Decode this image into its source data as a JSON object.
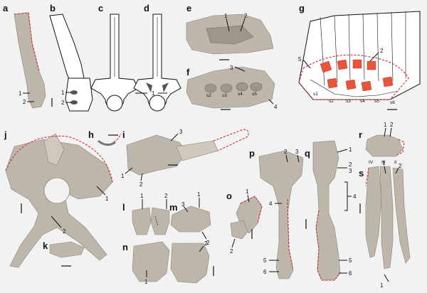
{
  "panels": [
    {
      "id": "a",
      "label": "a",
      "callouts": [
        "1",
        "2"
      ]
    },
    {
      "id": "b",
      "label": "b",
      "callouts": [
        "1",
        "2"
      ]
    },
    {
      "id": "c",
      "label": "c",
      "callouts": []
    },
    {
      "id": "d",
      "label": "d",
      "callouts": [
        "1"
      ]
    },
    {
      "id": "e",
      "label": "e",
      "callouts": [
        "1",
        "2"
      ]
    },
    {
      "id": "f",
      "label": "f",
      "callouts": [
        "3",
        "4"
      ],
      "sacrals": [
        "s2",
        "s3",
        "s4",
        "s5"
      ]
    },
    {
      "id": "g",
      "label": "g",
      "callouts": [
        "5",
        "2"
      ],
      "sacrals": [
        "s1",
        "s2",
        "s3",
        "s4",
        "s5",
        "s6"
      ]
    },
    {
      "id": "h",
      "label": "h",
      "callouts": []
    },
    {
      "id": "i",
      "label": "i",
      "callouts": [
        "3",
        "1",
        "2"
      ]
    },
    {
      "id": "j",
      "label": "j",
      "callouts": [
        "1",
        "2"
      ]
    },
    {
      "id": "k",
      "label": "k",
      "callouts": []
    },
    {
      "id": "l",
      "label": "l",
      "callouts": [
        "1",
        "2"
      ]
    },
    {
      "id": "m",
      "label": "m",
      "callouts": [
        "3",
        "1",
        "2"
      ]
    },
    {
      "id": "n",
      "label": "n",
      "callouts": [
        "1",
        "2"
      ]
    },
    {
      "id": "o",
      "label": "o",
      "callouts": [
        "1",
        "2"
      ]
    },
    {
      "id": "p",
      "label": "p",
      "callouts": [
        "2",
        "3",
        "4",
        "5",
        "6"
      ]
    },
    {
      "id": "q",
      "label": "q",
      "callouts": [
        "1",
        "2",
        "3",
        "4",
        "5",
        "6"
      ]
    },
    {
      "id": "r",
      "label": "r",
      "callouts": [
        "1",
        "2"
      ],
      "digits": [
        "IV",
        "III",
        "II"
      ]
    },
    {
      "id": "s",
      "label": "s",
      "callouts": [
        "1",
        "2",
        "1"
      ]
    }
  ]
}
